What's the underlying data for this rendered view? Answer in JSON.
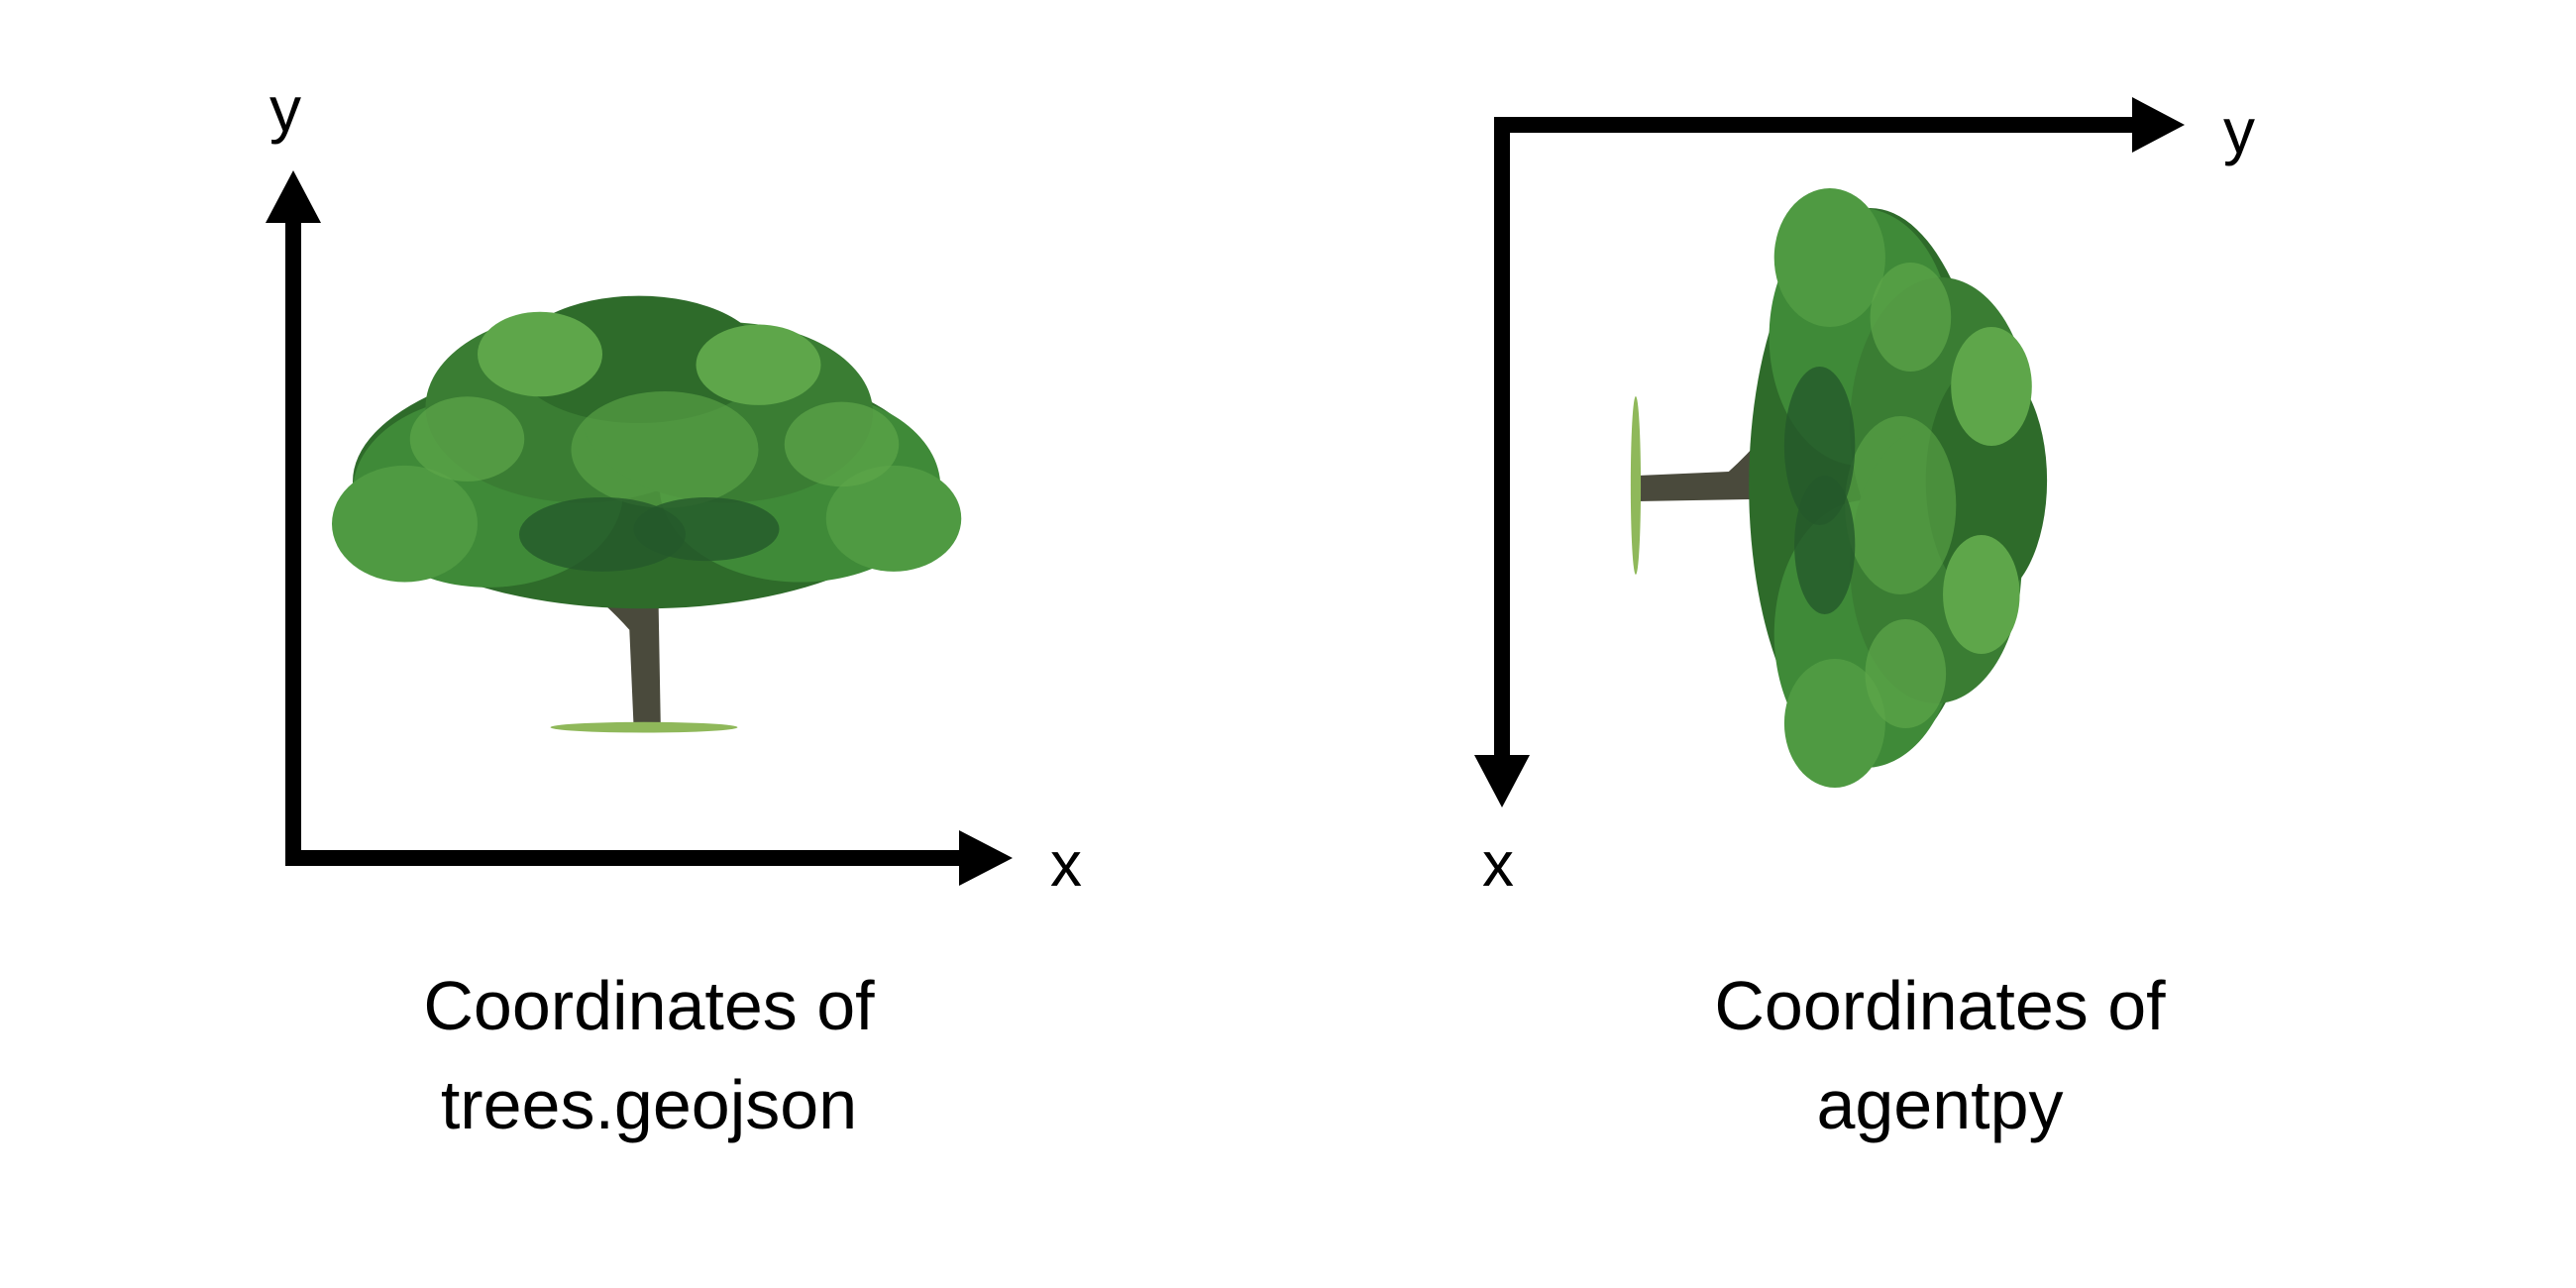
{
  "left_panel": {
    "x_label": "x",
    "y_label": "y",
    "caption_line1": "Coordinates of",
    "caption_line2": "trees.geojson",
    "tree_icon": "tree-icon"
  },
  "right_panel": {
    "x_label": "x",
    "y_label": "y",
    "caption_line1": "Coordinates of",
    "caption_line2": "agentpy",
    "tree_icon": "tree-icon-rotated"
  },
  "colors": {
    "axis": "#000000",
    "foliage_dark": "#2e6b2a",
    "foliage_mid": "#3f8a38",
    "foliage_light": "#5ea64a",
    "trunk": "#4a4a3c",
    "grass": "#8fb85a"
  }
}
